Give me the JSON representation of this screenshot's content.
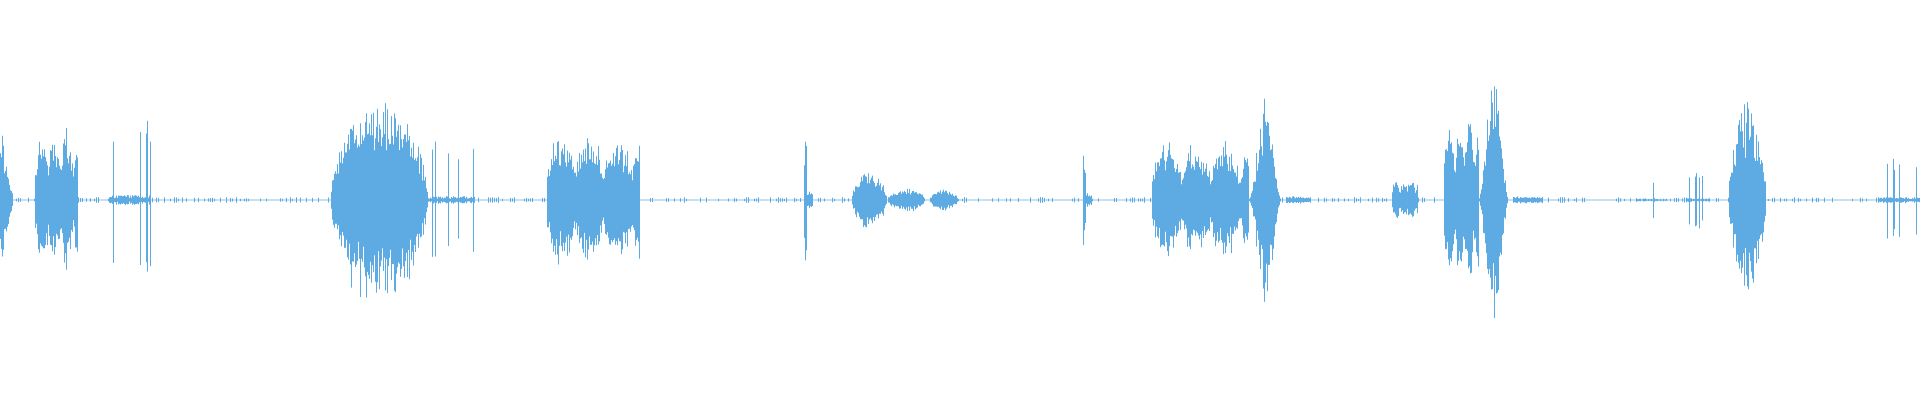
{
  "waveform": {
    "color": "#5dabe2",
    "background": "#ffffff",
    "amplitude_scale": 1.0,
    "segments": [
      {
        "id": "seg-1",
        "start": 0.0,
        "end": 0.006,
        "peak": 0.38,
        "shape": "burst",
        "note": "clipped-left"
      },
      {
        "id": "seg-2",
        "start": 0.018,
        "end": 0.04,
        "peak": 0.32,
        "shape": "speech"
      },
      {
        "id": "seg-3",
        "start": 0.057,
        "end": 0.078,
        "peak": 0.33,
        "shape": "clicks"
      },
      {
        "id": "seg-4",
        "start": 0.172,
        "end": 0.223,
        "peak": 0.51,
        "shape": "dome"
      },
      {
        "id": "seg-5",
        "start": 0.223,
        "end": 0.247,
        "peak": 0.25,
        "shape": "clicks"
      },
      {
        "id": "seg-6",
        "start": 0.285,
        "end": 0.333,
        "peak": 0.31,
        "shape": "speech"
      },
      {
        "id": "seg-7",
        "start": 0.419,
        "end": 0.423,
        "peak": 0.28,
        "shape": "click"
      },
      {
        "id": "seg-8",
        "start": 0.443,
        "end": 0.462,
        "peak": 0.14,
        "shape": "dome"
      },
      {
        "id": "seg-9",
        "start": 0.462,
        "end": 0.482,
        "peak": 0.06,
        "shape": "dome"
      },
      {
        "id": "seg-10",
        "start": 0.484,
        "end": 0.499,
        "peak": 0.05,
        "shape": "dome"
      },
      {
        "id": "seg-11",
        "start": 0.564,
        "end": 0.568,
        "peak": 0.21,
        "shape": "click"
      },
      {
        "id": "seg-12",
        "start": 0.6,
        "end": 0.65,
        "peak": 0.27,
        "shape": "speech"
      },
      {
        "id": "seg-13",
        "start": 0.65,
        "end": 0.67,
        "peak": 0.5,
        "shape": "spike"
      },
      {
        "id": "seg-14",
        "start": 0.67,
        "end": 0.682,
        "peak": 0.04,
        "shape": "noise"
      },
      {
        "id": "seg-15",
        "start": 0.725,
        "end": 0.738,
        "peak": 0.1,
        "shape": "speech"
      },
      {
        "id": "seg-16",
        "start": 0.752,
        "end": 0.77,
        "peak": 0.38,
        "shape": "speech"
      },
      {
        "id": "seg-17",
        "start": 0.77,
        "end": 0.788,
        "peak": 0.6,
        "shape": "spike"
      },
      {
        "id": "seg-18",
        "start": 0.788,
        "end": 0.803,
        "peak": 0.04,
        "shape": "noise"
      },
      {
        "id": "seg-19",
        "start": 0.852,
        "end": 0.868,
        "peak": 0.1,
        "shape": "clicks"
      },
      {
        "id": "seg-20",
        "start": 0.878,
        "end": 0.89,
        "peak": 0.12,
        "shape": "clicks"
      },
      {
        "id": "seg-21",
        "start": 0.9,
        "end": 0.92,
        "peak": 0.44,
        "shape": "dome"
      },
      {
        "id": "seg-22",
        "start": 0.978,
        "end": 1.0,
        "peak": 0.18,
        "shape": "clicks"
      }
    ]
  }
}
